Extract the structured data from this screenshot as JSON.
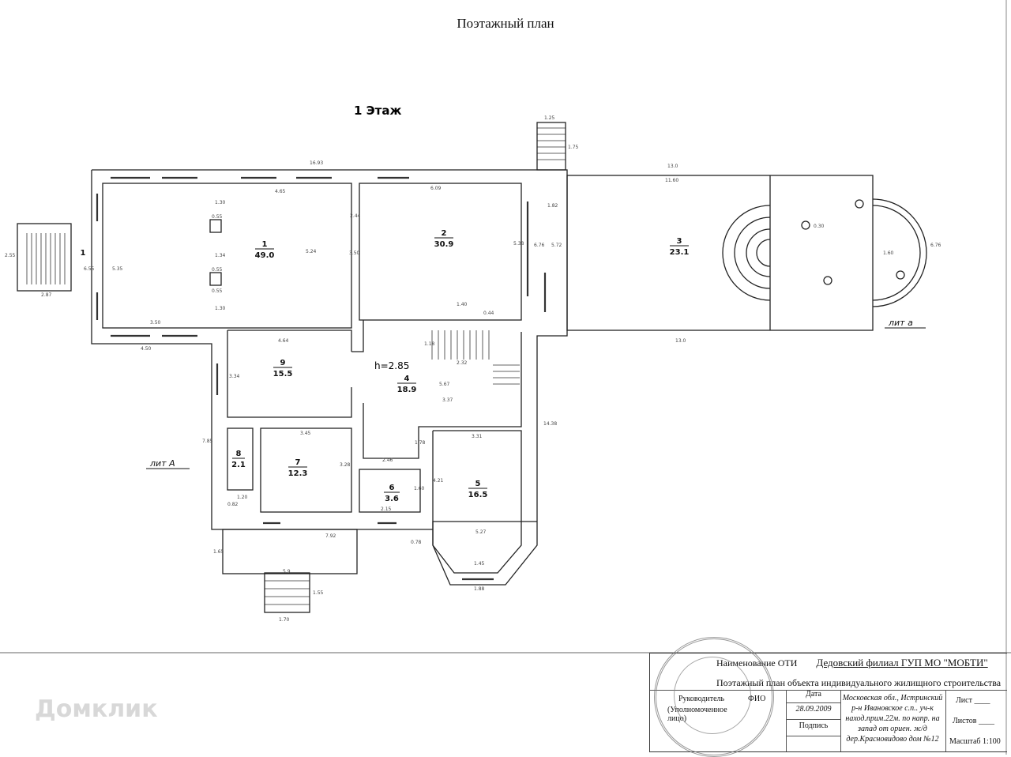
{
  "page_title": "Поэтажный план",
  "floor_label": "1 Этаж",
  "ceiling_height": "h=2.85",
  "lit_labels": {
    "main": "лит А",
    "terrace": "лит а"
  },
  "entrance_label": "1",
  "rooms": [
    {
      "num": "1",
      "area": "49.0"
    },
    {
      "num": "2",
      "area": "30.9"
    },
    {
      "num": "3",
      "area": "23.1"
    },
    {
      "num": "4",
      "area": "18.9"
    },
    {
      "num": "5",
      "area": "16.5"
    },
    {
      "num": "6",
      "area": "3.6"
    },
    {
      "num": "7",
      "area": "12.3"
    },
    {
      "num": "8",
      "area": "2.1"
    },
    {
      "num": "9",
      "area": "15.5"
    }
  ],
  "dimensions": [
    "16.93",
    "4.65",
    "6.09",
    "13.0",
    "11.60",
    "1.30",
    "0.55",
    "1.34",
    "0.55",
    "0.55",
    "1.30",
    "5.24",
    "3.50",
    "5.38",
    "6.76",
    "5.72",
    "2.44",
    "1.40",
    "0.44",
    "3.50",
    "4.50",
    "2.55",
    "6.55",
    "5.35",
    "2.87",
    "4.64",
    "3.34",
    "5.67",
    "3.37",
    "1.18",
    "2.32",
    "14.38",
    "3.45",
    "3.28",
    "1.20",
    "0.82",
    "2.46",
    "1.78",
    "3.31",
    "4.21",
    "1.60",
    "2.15",
    "5.27",
    "1.45",
    "1.88",
    "0.78",
    "7.92",
    "1.65",
    "5.9",
    "1.55",
    "1.70",
    "1.25",
    "1.75",
    "1.82",
    "0.30",
    "1.60",
    "6.76",
    "13.0",
    "7.85"
  ],
  "title_block": {
    "oti_label": "Наименование ОТИ",
    "org": "Дедовский филиал ГУП МО \"МОБТИ\"",
    "doc_title": "Поэтажный план  объекта индивидуального жилищного строительства",
    "head_label": "Руководитель",
    "head_sub": "(Уполномоченное лицо)",
    "fio_label": "ФИО",
    "date_label": "Дата",
    "date": "28.09.2009",
    "sign_label": "Подпись",
    "address": "Московская обл., Истринский р-н Ивановское с.п.. уч-к наход.прим.22м. по напр. на запад от ориен. ж/д дер.Красновидово дом №12",
    "sheet_label": "Лист",
    "sheets_label": "Листов",
    "scale": "Масштаб 1:100"
  },
  "watermark": "Домклик"
}
